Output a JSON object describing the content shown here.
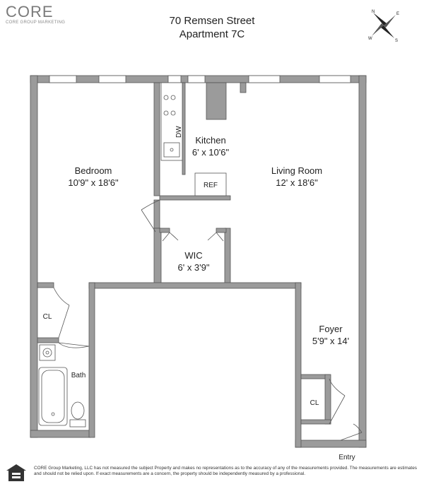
{
  "brand": {
    "name": "CORE",
    "tagline": "CORE GROUP MARKETING"
  },
  "header": {
    "address": "70 Remsen Street",
    "unit": "Apartment 7C"
  },
  "compass": {
    "n": "N",
    "e": "E",
    "s": "S",
    "w": "W"
  },
  "rooms": {
    "bedroom": {
      "name": "Bedroom",
      "size": "10'9\" x 18'6\""
    },
    "kitchen": {
      "name": "Kitchen",
      "size": "6' x 10'6\""
    },
    "living": {
      "name": "Living Room",
      "size": "12' x 18'6\""
    },
    "wic": {
      "name": "WIC",
      "size": "6' x 3'9\""
    },
    "foyer": {
      "name": "Foyer",
      "size": "5'9\" x 14'"
    },
    "bath": {
      "name": "Bath"
    },
    "closet_bed": {
      "name": "CL"
    },
    "closet_foyer": {
      "name": "CL"
    }
  },
  "fixtures": {
    "dishwasher": "DW",
    "refrigerator": "REF",
    "entry": "Entry"
  },
  "disclaimer": "CORE Group Marketing, LLC has not measured the subject Property and makes no representations as to the accuracy of any of the measurements provided. The measurements are estimates and should not be relied upon. If exact measurements are a concern, the property should be independently measured by a professional."
}
